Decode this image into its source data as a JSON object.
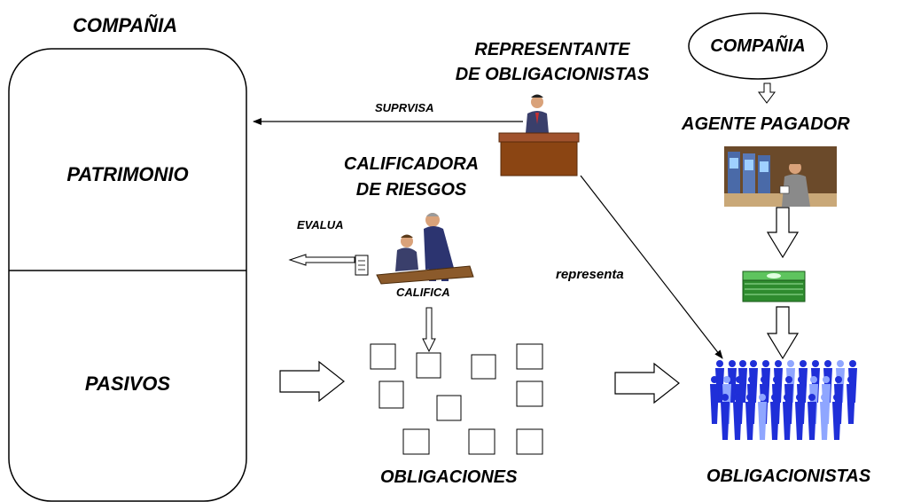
{
  "company": {
    "title": "COMPAÑIA",
    "top_section": "PATRIMONIO",
    "bottom_section": "PASIVOS"
  },
  "representante": {
    "line1": "REPRESENTANTE",
    "line2": "DE OBLIGACIONISTAS",
    "action": "SUPRVISA",
    "represents": "representa"
  },
  "calificadora": {
    "line1": "CALIFICADORA",
    "line2": "DE RIESGOS",
    "evaluates": "EVALUA",
    "rates": "CALIFICA"
  },
  "payer": {
    "company": "COMPAÑIA",
    "agent": "AGENTE PAGADOR"
  },
  "bonds": {
    "label": "OBLIGACIONES"
  },
  "holders": {
    "label": "OBLIGACIONISTAS"
  },
  "colors": {
    "desk": "#8B4513",
    "desk_top": "#A0522D",
    "suit": "#3a3f6b",
    "people": "#1f2fd8",
    "people_light": "#8fa6ff",
    "money": "#3fae3f"
  }
}
